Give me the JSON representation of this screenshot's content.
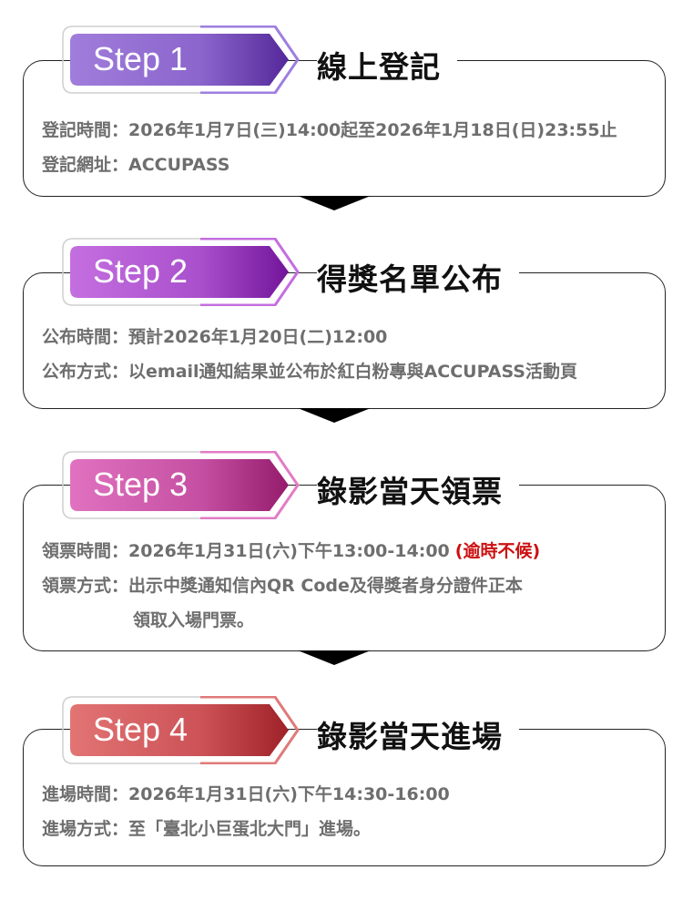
{
  "steps": [
    {
      "badge": "Step 1",
      "title": "線上登記",
      "colors": {
        "start": "#9c7bd9",
        "end": "#5a2f9e",
        "border": "#9e7fe0"
      },
      "lines": [
        {
          "label": "登記時間：",
          "value": "2026年1月7日(三)14:00起至2026年1月18日(日)23:55止"
        },
        {
          "label": "登記網址：",
          "value": "ACCUPASS"
        }
      ]
    },
    {
      "badge": "Step 2",
      "title": "得獎名單公布",
      "colors": {
        "start": "#c06ee0",
        "end": "#7d1fa0",
        "border": "#c46ee0"
      },
      "lines": [
        {
          "label": "公布時間：",
          "value": "預計2026年1月20日(二)12:00"
        },
        {
          "label": "公布方式：",
          "value": "以email通知結果並公布於紅白粉專與ACCUPASS活動頁"
        }
      ]
    },
    {
      "badge": "Step 3",
      "title": "錄影當天領票",
      "colors": {
        "start": "#de6fbd",
        "end": "#a02a7a",
        "border": "#e27cc5"
      },
      "lines": [
        {
          "label": "領票時間：",
          "value": "2026年1月31日(六)下午13:00-14:00",
          "note": "(逾時不候)"
        },
        {
          "label": "領票方式：",
          "value": "出示中獎通知信內QR Code及得獎者身分證件正本",
          "continuation": "領取入場門票。"
        }
      ]
    },
    {
      "badge": "Step 4",
      "title": "錄影當天進場",
      "colors": {
        "start": "#e07070",
        "end": "#a52a2f",
        "border": "#e07a7a"
      },
      "lines": [
        {
          "label": "進場時間：",
          "value": "2026年1月31日(六)下午14:30-16:00"
        },
        {
          "label": "進場方式：",
          "value": "至「臺北小巨蛋北大門」進場。"
        }
      ]
    }
  ],
  "icons": {
    "arrow": "triangle-down"
  }
}
